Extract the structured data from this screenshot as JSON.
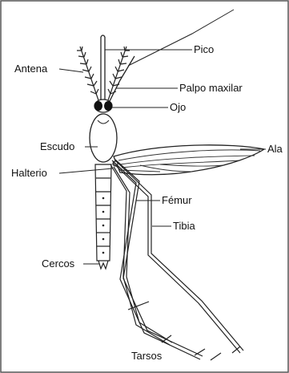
{
  "labels": {
    "pico": "Pico",
    "antena": "Antena",
    "palpo_maxilar": "Palpo maxilar",
    "ojo": "Ojo",
    "escudo": "Escudo",
    "ala": "Ala",
    "halterio": "Halterio",
    "femur": "Fémur",
    "tibia": "Tibia",
    "cercos": "Cercos",
    "tarsos": "Tarsos"
  },
  "colors": {
    "line": "#222222",
    "frame": "#555555",
    "eye": "#111111"
  }
}
